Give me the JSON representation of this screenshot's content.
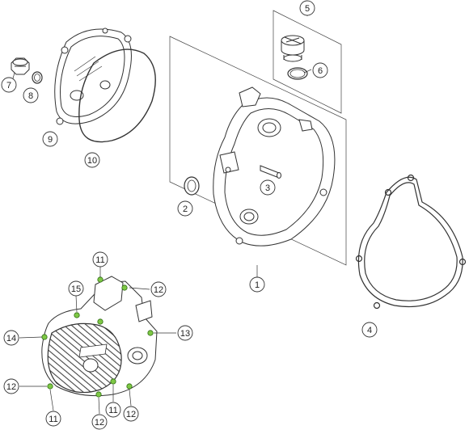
{
  "callouts": {
    "c1": "1",
    "c2": "2",
    "c3": "3",
    "c4": "4",
    "c5": "5",
    "c6": "6",
    "c7": "7",
    "c8": "8",
    "c9": "9",
    "c10": "10",
    "c11a": "11",
    "c11b": "11",
    "c11c": "11",
    "c12a": "12",
    "c12b": "12",
    "c12c": "12",
    "c12d": "12",
    "c13": "13",
    "c14": "14",
    "c15": "15"
  },
  "colors": {
    "highlight": "#7ec845",
    "line": "#333333",
    "fill": "#ffffff"
  }
}
